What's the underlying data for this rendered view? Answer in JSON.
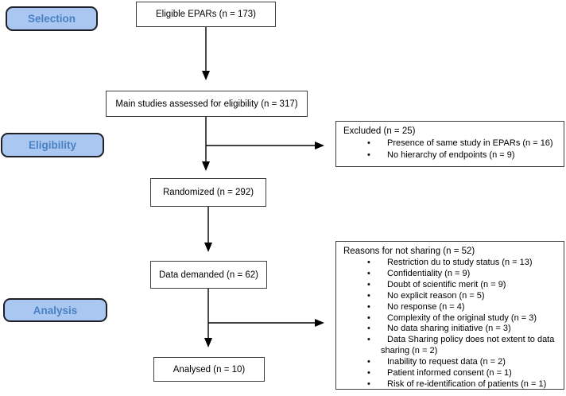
{
  "stages": {
    "selection": {
      "label": "Selection"
    },
    "eligibility": {
      "label": "Eligibility"
    },
    "analysis": {
      "label": "Analysis"
    }
  },
  "flow_boxes": {
    "eligible": {
      "text": "Eligible EPARs (n = 173)"
    },
    "assessed": {
      "text": "Main studies assessed for eligibility (n = 317)"
    },
    "randomized": {
      "text": "Randomized (n = 292)"
    },
    "demanded": {
      "text": "Data demanded (n = 62)"
    },
    "analysed": {
      "text": "Analysed (n = 10)"
    }
  },
  "excluded_box": {
    "title": "Excluded (n = 25)",
    "items": [
      "Presence of same study in EPARs (n = 16)",
      "No hierarchy of endpoints (n = 9)"
    ]
  },
  "reasons_box": {
    "title": "Reasons for not sharing (n = 52)",
    "items": [
      "Restriction du to study status (n = 13)",
      "Confidentiality (n = 9)",
      "Doubt of scientific merit (n = 9)",
      "No explicit reason (n = 5)",
      "No response (n = 4)",
      "Complexity of the original study (n = 3)",
      "No data sharing initiative (n = 3)",
      "Data Sharing policy does not extent to data sharing (n = 2)",
      "Inability to request data (n = 2)",
      "Patient informed consent (n = 1)",
      "Risk of re-identification of patients (n = 1)"
    ]
  },
  "colors": {
    "stage_fill": "#a9c7f1",
    "stage_border": "#1f1f28",
    "stage_text": "#4a80c4",
    "box_border": "#3f3f3f",
    "arrow_color": "#000000",
    "text_color": "#000000",
    "bg": "#ffffff"
  }
}
